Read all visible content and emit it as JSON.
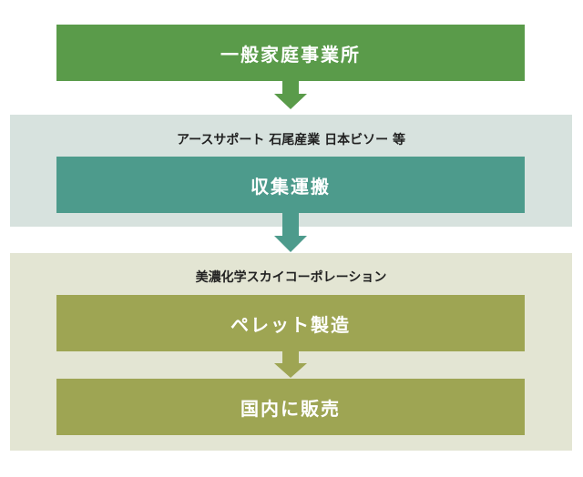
{
  "colors": {
    "top_box": "#5a9b4a",
    "teal_box": "#4d9b8c",
    "teal_panel": "#d7e2de",
    "olive_box": "#9ea553",
    "olive_panel": "#e3e5d3"
  },
  "flow": {
    "source": "一般家庭事業所",
    "stage1": {
      "companies": "アースサポート 石尾産業 日本ビソー 等",
      "process": "収集運搬"
    },
    "stage2": {
      "company": "美濃化学スカイコーポレーション",
      "process1": "ペレット製造",
      "process2": "国内に販売"
    }
  }
}
